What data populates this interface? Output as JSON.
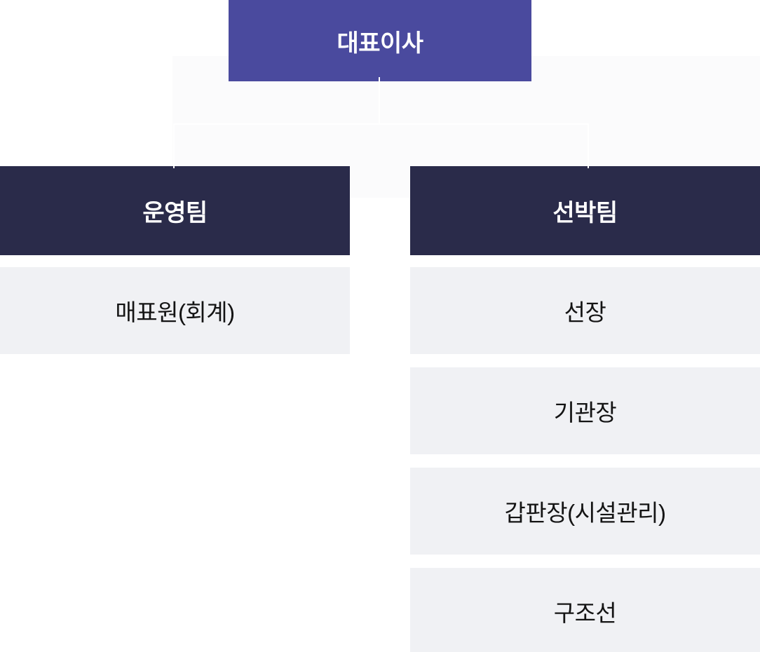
{
  "chart": {
    "root": {
      "label": "대표이사"
    },
    "columns": [
      {
        "header": "운영팀",
        "items": [
          "매표원(회계)"
        ]
      },
      {
        "header": "선박팀",
        "items": [
          "선장",
          "기관장",
          "갑판장(시설관리)",
          "구조선"
        ]
      }
    ]
  },
  "colors": {
    "root_bg": "#4a4a9e",
    "team_header_bg": "#2a2b4a",
    "item_bg": "#f0f1f4",
    "item_text": "#141414",
    "header_text": "#ffffff",
    "backdrop_panel": "#fbfbfc",
    "connector": "#ffffff",
    "page_bg": "#ffffff"
  }
}
